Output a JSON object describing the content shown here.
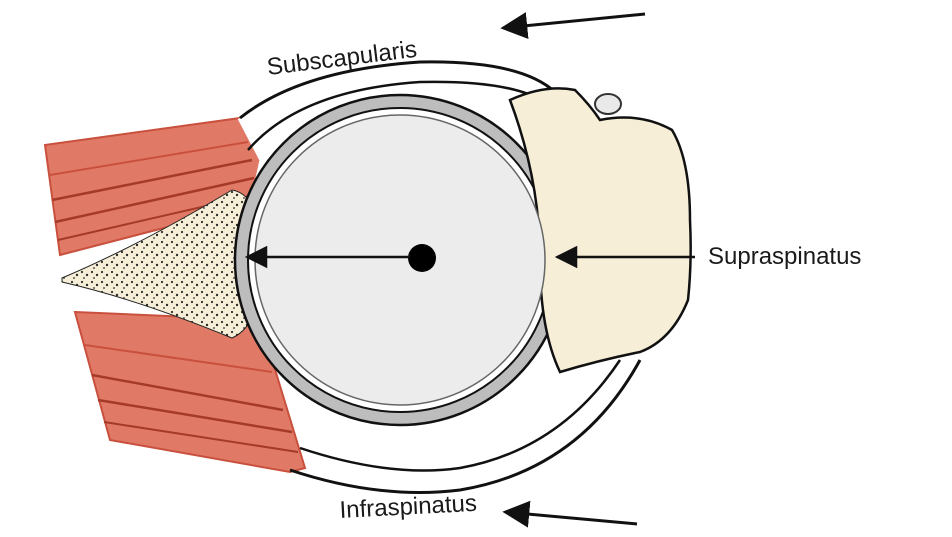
{
  "labels": {
    "subscapularis": "Subscapularis",
    "supraspinatus": "Supraspinatus",
    "infraspinatus": "Infraspinatus"
  },
  "colors": {
    "muscle": "#e07a66",
    "muscle_dark": "#c9503d",
    "bone": "#f6eed6",
    "humeral_head": "#ececec",
    "cartilage": "#bdbdbd",
    "outline": "#111111",
    "background": "#ffffff"
  }
}
